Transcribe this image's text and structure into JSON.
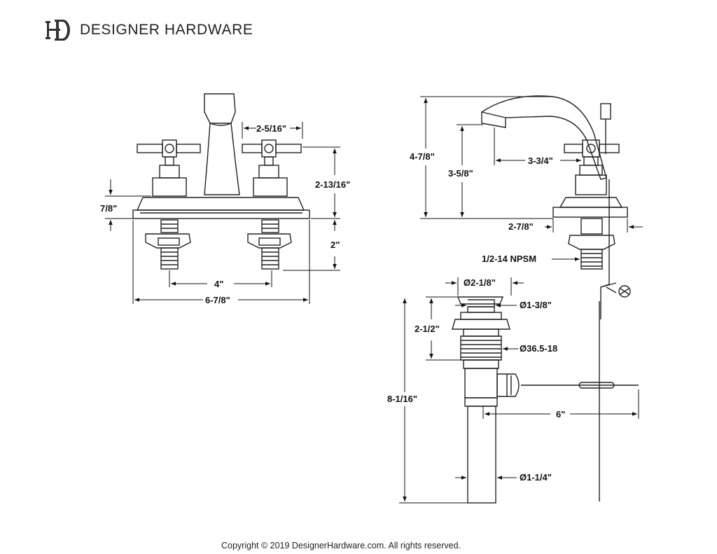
{
  "brand": {
    "name": "DESIGNER HARDWARE",
    "logo_letters": "DH"
  },
  "dimensions": {
    "front_handle_spacing": "2-5/16\"",
    "front_height": "2-13/16\"",
    "front_deck_thickness": "7/8\"",
    "front_shank_length": "2\"",
    "front_center_spacing": "4\"",
    "front_overall_width": "6-7/8\"",
    "side_overall_height": "4-7/8\"",
    "side_spout_height": "3-5/8\"",
    "side_spout_reach": "3-3/4\"",
    "side_base_depth": "2-7/8\"",
    "side_thread": "1/2-14 NPSM",
    "drain_flange_dia": "Ø2-1/8\"",
    "drain_cap_dia": "Ø1-3/8\"",
    "drain_body_height": "2-1/2\"",
    "drain_thread": "Ø36.5-18",
    "drain_total_height": "8-1/16\"",
    "drain_rod_length": "6\"",
    "drain_tail_dia": "Ø1-1/4\""
  },
  "footer": {
    "copyright": "Copyright © 2019 DesignerHardware.com. All rights reserved."
  }
}
